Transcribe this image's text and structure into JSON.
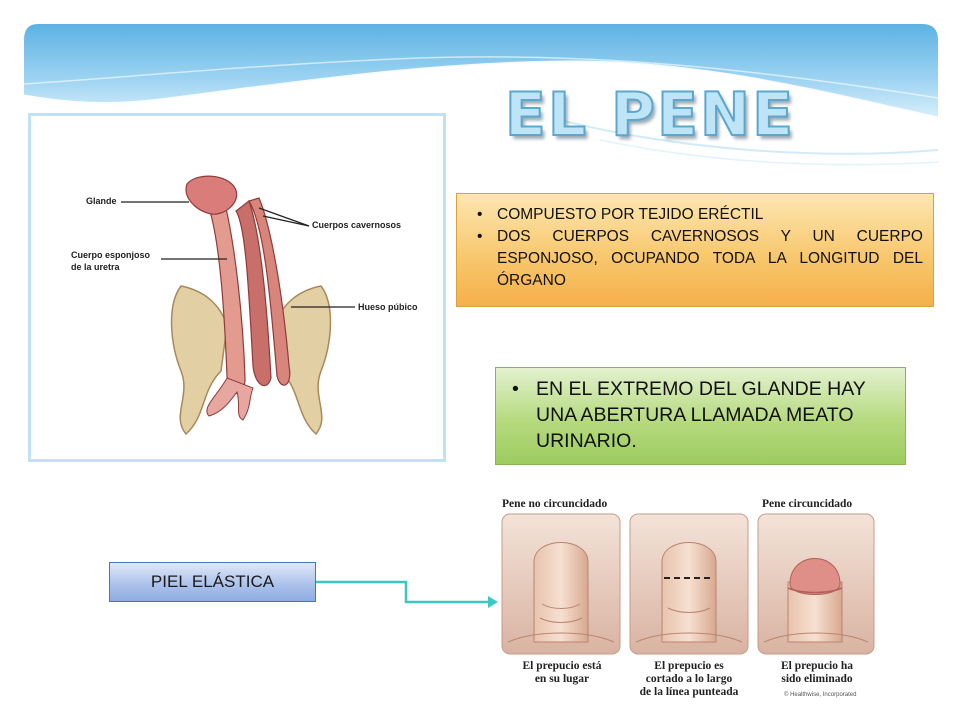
{
  "slide": {
    "title": "EL PENE"
  },
  "anatomy_figure": {
    "labels": {
      "glans": "Glande",
      "corpora_cavernosa": "Cuerpos cavernosos",
      "corpus_spongiosum_line1": "Cuerpo esponjoso",
      "corpus_spongiosum_line2": "de la uretra",
      "pubic_bone": "Hueso púbico"
    }
  },
  "composition_box": {
    "items": [
      "COMPUESTO POR TEJIDO ERÉCTIL",
      "DOS CUERPOS CAVERNOSOS Y UN CUERPO ESPONJOSO, OCUPANDO TODA LA LONGITUD DEL ÓRGANO"
    ]
  },
  "meatus_box": {
    "items": [
      "EN EL EXTREMO DEL GLANDE HAY UNA ABERTURA LLAMADA MEATO URINARIO."
    ]
  },
  "skin_label": {
    "text": "PIEL ELÁSTICA"
  },
  "circumcision_figure": {
    "heading_left": "Pene no circuncidado",
    "heading_right": "Pene circuncidado",
    "captions": [
      {
        "line1": "El prepucio está",
        "line2": "en su lugar",
        "line3": ""
      },
      {
        "line1": "El prepucio es",
        "line2": "cortado a lo largo",
        "line3": "de la línea punteada"
      },
      {
        "line1": "El prepucio ha",
        "line2": "sido eliminado",
        "line3": ""
      }
    ],
    "credit": "© Healthwise, Incorporated"
  },
  "colors": {
    "banner": "#4aa3d8",
    "title_fill": "#bfe4f6",
    "orange_box": "#f8c86f",
    "green_box": "#b6da7f",
    "label_box": "#a9c0ea",
    "connector": "#3cc7c0"
  }
}
